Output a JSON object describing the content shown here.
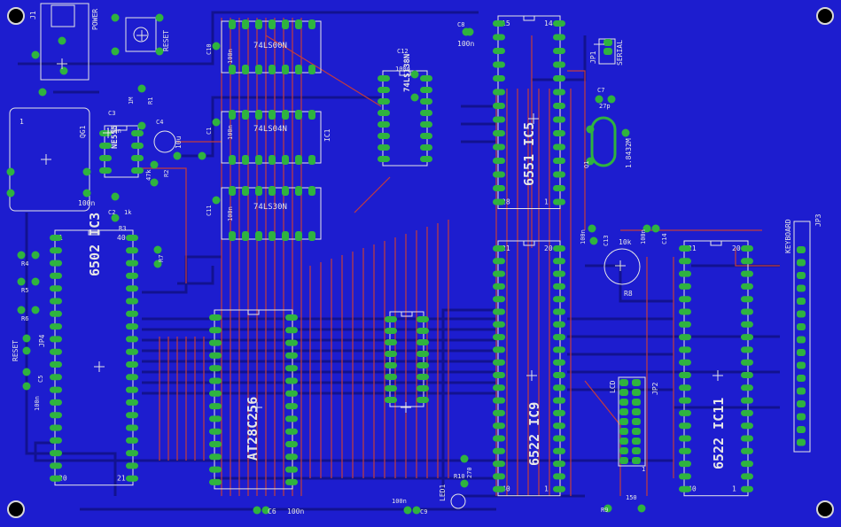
{
  "colors": {
    "background": "#000000",
    "board": "#1d1dcf",
    "outline": "#d8d8d8",
    "trace_bottom": "#121290",
    "trace_top": "#c43c3c",
    "pad": "#2fb33f",
    "silk": "#e6e6e6"
  },
  "chips": [
    {
      "ref": "IC3",
      "value": "6502",
      "pins_per_side": 20,
      "pin1": "1",
      "pin_last": "40",
      "pin_mid_a": "20",
      "pin_mid_b": "21"
    },
    {
      "ref": "",
      "value": "AT28C256",
      "pins_per_side": 14
    },
    {
      "ref": "IC5",
      "value": "6551",
      "pins_per_side": 14,
      "pin1": "1",
      "pin_last": "28",
      "pin_mid_a": "14",
      "pin_mid_b": "15"
    },
    {
      "ref": "IC9",
      "value": "6522",
      "pins_per_side": 20,
      "pin1": "1",
      "pin_last": "40",
      "pin_mid_a": "20",
      "pin_mid_b": "21"
    },
    {
      "ref": "IC11",
      "value": "6522",
      "pins_per_side": 20,
      "pin1": "1",
      "pin_last": "40",
      "pin_mid_a": "20",
      "pin_mid_b": "21"
    },
    {
      "ref": "",
      "value": "74LS00N",
      "pins_per_side": 7
    },
    {
      "ref": "IC1",
      "value": "74LS04N",
      "pins_per_side": 7
    },
    {
      "ref": "",
      "value": "74LS30N",
      "pins_per_side": 7
    },
    {
      "ref": "",
      "value": "74LS138N",
      "pins_per_side": 8
    },
    {
      "ref": "",
      "value": "NE555",
      "pins_per_side": 4
    },
    {
      "ref": "",
      "value": "",
      "pins_per_side": 8
    }
  ],
  "labels": {
    "j1": "J1",
    "power": "POWER",
    "reset_sw": "RESET",
    "reset_jp": "RESET",
    "jp4": "JP4",
    "jp1": "JP1",
    "serial": "SERIAL",
    "jp2": "JP2",
    "lcd": "LCD",
    "jp3": "JP3",
    "keyboard": "KEYBOARD",
    "qg1": "QG1",
    "led1": "LED1",
    "r10": "R10",
    "r10_val": "270",
    "r9": "R9",
    "r9_val": "150",
    "r8": "R8",
    "r8_val": "10k",
    "r1": "R1",
    "r1_val": "1M",
    "r2": "R2",
    "r2_val": "47k",
    "r3": "R3",
    "r3_val": "1k",
    "r4": "R4",
    "r5": "R5",
    "r6": "R6",
    "r7": "R7",
    "q1": "Q1",
    "q1_val": "1.8432M",
    "c1": "C1",
    "c2": "C2",
    "c3": "C3",
    "c4": "C4",
    "c4_val": "10u",
    "c5": "C5",
    "c6": "C6",
    "c7": "C7",
    "c7_val": "27p",
    "c8": "C8",
    "c9": "C9",
    "c10": "C10",
    "c11": "C11",
    "c12": "C12",
    "c13": "C13",
    "c14": "C14",
    "c100n": "100n",
    "qg1_pin": "1",
    "lcd_pin": "1"
  }
}
